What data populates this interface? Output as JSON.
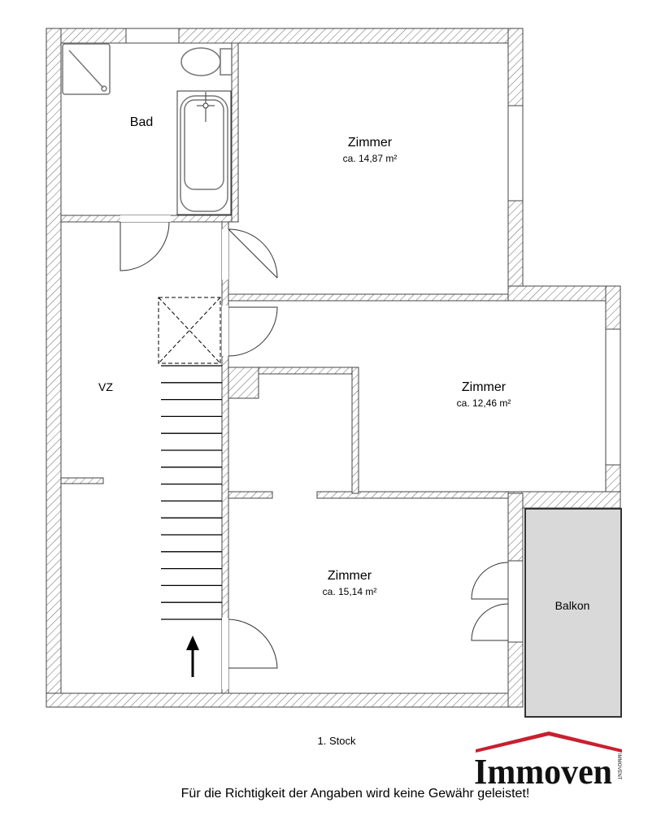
{
  "rooms": {
    "bad": {
      "name": "Bad"
    },
    "zimmer1": {
      "name": "Zimmer",
      "area": "ca. 14,87 m²"
    },
    "zimmer2": {
      "name": "Zimmer",
      "area": "ca. 12,46 m²"
    },
    "zimmer3": {
      "name": "Zimmer",
      "area": "ca. 15,14 m²"
    },
    "vz": {
      "name": "VZ"
    },
    "balkon": {
      "name": "Balkon"
    }
  },
  "floor_label": "1. Stock",
  "disclaimer": "Für die Richtigkeit der Angaben wird keine Gewähr geleistet!",
  "logo": {
    "text": "Immoven",
    "subtext": "IMMOVENT",
    "roof_color": "#c8202f"
  },
  "colors": {
    "wall": "#555555",
    "balcony": "#d9d9d9"
  }
}
